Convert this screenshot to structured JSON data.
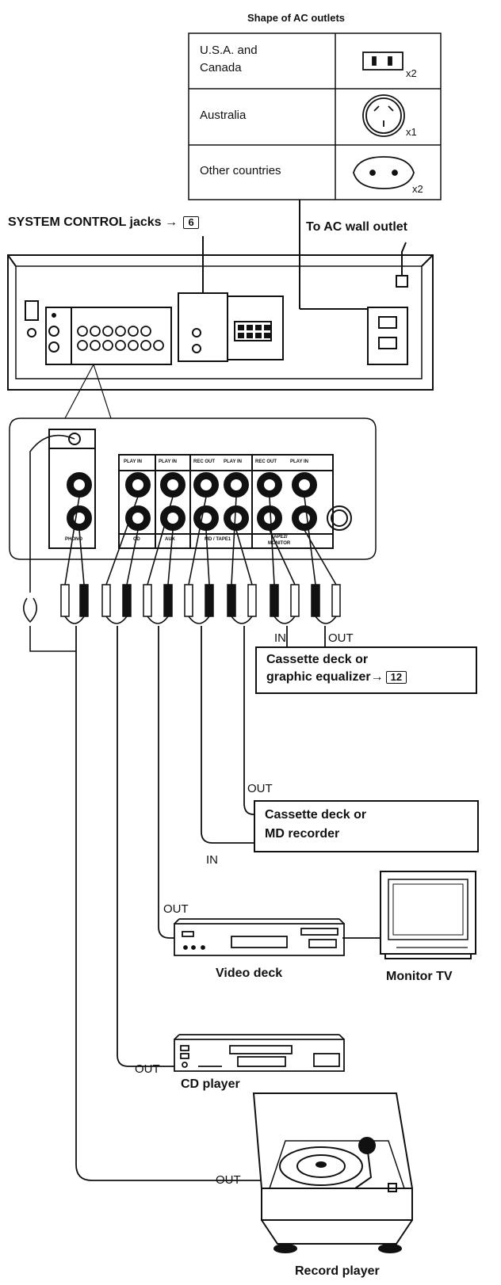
{
  "outlets": {
    "title": "Shape of AC outlets",
    "rows": [
      {
        "region": "U.S.A. and",
        "region2": "Canada",
        "count": "x2"
      },
      {
        "region": "Australia",
        "region2": "",
        "count": "x1"
      },
      {
        "region": "Other countries",
        "region2": "",
        "count": "x2"
      }
    ]
  },
  "labels": {
    "system_control": "SYSTEM CONTROL jacks",
    "system_control_arrow": "→",
    "system_control_ref": "6",
    "to_ac_outlet": "To AC wall outlet"
  },
  "jacks": {
    "phono": "PHONO",
    "play_in": "PLAY IN",
    "rec_out": "REC OUT",
    "cd": "CD",
    "aux": "AUX",
    "md_tape1": "MD / TAPE1",
    "tape2_monitor_1": "TAPE2/",
    "tape2_monitor_2": "MONITOR"
  },
  "devices": {
    "cassette_eq_line1": "Cassette deck or",
    "cassette_eq_line2": "graphic equalizer",
    "cassette_eq_arrow": "→",
    "cassette_eq_ref": "12",
    "cassette_eq_in": "IN",
    "cassette_eq_out": "OUT",
    "cassette_md_line1": "Cassette deck or",
    "cassette_md_line2": "MD recorder",
    "cassette_md_out": "OUT",
    "cassette_md_in": "IN",
    "video_out": "OUT",
    "video_deck": "Video deck",
    "monitor_tv": "Monitor TV",
    "cd_out": "OUT",
    "cd_player": "CD player",
    "record_out": "OUT",
    "record_player": "Record player"
  }
}
